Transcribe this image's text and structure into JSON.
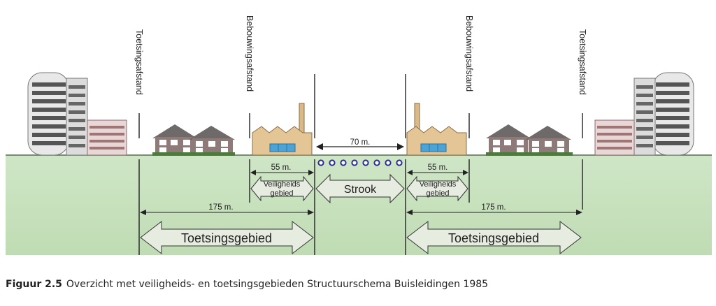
{
  "labels": {
    "toetsingsafstand": "Toetsingsafstand",
    "bebouwingsafstand": "Bebouwingsafstand"
  },
  "measures": {
    "strip_width": "70 m.",
    "safety_width": "55 m.",
    "test_width": "175 m."
  },
  "zones": {
    "veiligheids_line1": "Veiligheids",
    "veiligheids_line2": "gebied",
    "strook": "Strook",
    "toetsingsgebied": "Toetsingsgebied"
  },
  "caption": {
    "number": "Figuur 2.5",
    "text": "Overzicht met veiligheids- en toetsingsgebieden Structuurschema Buisleidingen 1985"
  },
  "colors": {
    "ground": "#c7e2bd",
    "factory": "#e3c596",
    "house_wall": "#8f7a7a",
    "arrow_fill": "#e6ece0",
    "arrow_stroke": "#333333"
  }
}
